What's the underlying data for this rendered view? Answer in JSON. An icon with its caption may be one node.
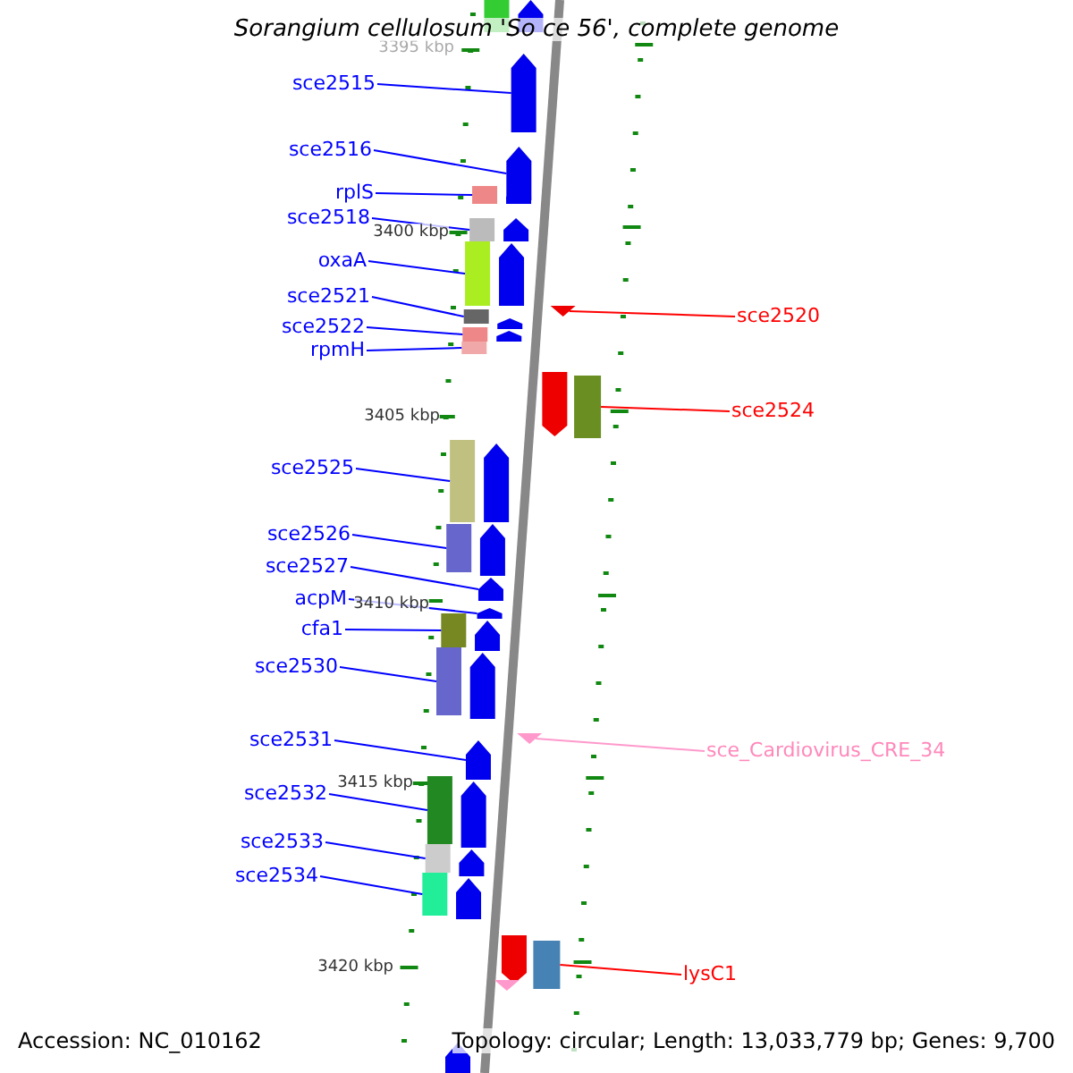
{
  "diagram": {
    "title": "Sorangium cellulosum 'So ce 56', complete genome",
    "nodes": [
      {
        "text": [
          "sce2515"
        ]
      },
      {
        "text": [
          "sce2516"
        ]
      },
      {
        "text": [
          "rplS"
        ]
      },
      {
        "text": [
          "sce2518"
        ]
      },
      {
        "text": [
          "oxaA"
        ]
      },
      {
        "text": [
          "sce2521"
        ]
      },
      {
        "text": [
          "sce2520"
        ]
      },
      {
        "text": [
          "sce2522"
        ]
      },
      {
        "text": [
          "rpmH"
        ]
      },
      {
        "text": [
          "sce2524"
        ]
      },
      {
        "text": [
          "sce2525"
        ]
      },
      {
        "text": [
          "sce2526"
        ]
      },
      {
        "text": [
          "sce2527"
        ]
      },
      {
        "text": [
          "acpM"
        ]
      },
      {
        "text": [
          "cfa1"
        ]
      },
      {
        "text": [
          "sce2530"
        ]
      },
      {
        "text": [
          "sce2531"
        ]
      },
      {
        "text": [
          "sce_Cardiovirus_CRE_34"
        ]
      },
      {
        "text": [
          "sce2532"
        ]
      },
      {
        "text": [
          "sce2533"
        ]
      },
      {
        "text": [
          "sce2534"
        ]
      },
      {
        "text": [
          "lysC1"
        ]
      },
      {
        "text": [],
        "shape": "bar"
      },
      {
        "text": [],
        "shape": "bar"
      },
      {
        "text": [],
        "shape": "bar"
      },
      {
        "text": [],
        "shape": "bar"
      },
      {
        "text": [],
        "shape": "bar"
      },
      {
        "text": [],
        "shape": "bar"
      },
      {
        "text": [],
        "shape": "triangle"
      },
      {
        "text": [],
        "shape": "bar"
      },
      {
        "text": [],
        "shape": "bar"
      },
      {
        "text": [],
        "shape": "bar"
      },
      {
        "text": [],
        "shape": "bar"
      },
      {
        "text": [],
        "shape": "bar"
      },
      {
        "text": [],
        "shape": "bar"
      },
      {
        "text": [],
        "shape": "bar"
      },
      {
        "text": [],
        "shape": "bar"
      },
      {
        "text": [],
        "shape": "bar"
      },
      {
        "text": [],
        "shape": "bar"
      },
      {
        "text": [],
        "shape": "triangle"
      },
      {
        "text": [],
        "shape": "bar"
      },
      {
        "text": [],
        "shape": "bar"
      },
      {
        "text": [],
        "shape": "bar"
      },
      {
        "text": [],
        "shape": "bar"
      },
      {
        "text": [],
        "shape": "bar"
      },
      {
        "text": [],
        "shape": "bar"
      },
      {
        "text": [],
        "shape": "bar"
      },
      {
        "text": [],
        "shape": "bar"
      },
      {
        "text": [],
        "shape": "bar"
      },
      {
        "text": [],
        "shape": "bar"
      },
      {
        "text": [],
        "shape": "bar"
      },
      {
        "text": [],
        "shape": "bar"
      },
      {
        "text": [],
        "shape": "bar"
      },
      {
        "text": [],
        "shape": "bar"
      },
      {
        "text": [],
        "shape": "bar"
      },
      {
        "text": [],
        "shape": "bar"
      },
      {
        "text": [],
        "shape": "bar"
      },
      {
        "text": [],
        "shape": "bar"
      },
      {
        "text": [],
        "shape": "bar"
      },
      {
        "text": [],
        "shape": "bar"
      },
      {
        "text": [],
        "shape": "triangle"
      },
      {
        "text": [],
        "shape": "bar"
      }
    ],
    "edges": [
      {
        "from": 0,
        "to": 22,
        "arrow": "none"
      },
      {
        "from": 1,
        "to": 23,
        "arrow": "none"
      },
      {
        "from": 2,
        "to": 24,
        "arrow": "none"
      },
      {
        "from": 3,
        "to": 25,
        "arrow": "none"
      },
      {
        "from": 4,
        "to": 26,
        "arrow": "none"
      },
      {
        "from": 5,
        "to": 27,
        "arrow": "none"
      },
      {
        "from": 6,
        "to": 28,
        "arrow": "none",
        "color": "#ff0000"
      },
      {
        "from": 7,
        "to": 29,
        "arrow": "none"
      },
      {
        "from": 8,
        "to": 30,
        "arrow": "none"
      },
      {
        "from": 9,
        "to": 31,
        "arrow": "none",
        "color": "#ff0000"
      },
      {
        "from": 10,
        "to": 32,
        "arrow": "none"
      },
      {
        "from": 11,
        "to": 33,
        "arrow": "none"
      },
      {
        "from": 12,
        "to": 34,
        "arrow": "none"
      },
      {
        "from": 13,
        "to": 35,
        "arrow": "none"
      },
      {
        "from": 14,
        "to": 36,
        "arrow": "none"
      },
      {
        "from": 15,
        "to": 37,
        "arrow": "none"
      },
      {
        "from": 16,
        "to": 38,
        "arrow": "none"
      },
      {
        "from": 17,
        "to": 39,
        "arrow": "none",
        "color": "#ff99cc"
      },
      {
        "from": 18,
        "to": 40,
        "arrow": "none"
      },
      {
        "from": 19,
        "to": 41,
        "arrow": "none"
      },
      {
        "from": 20,
        "to": 42,
        "arrow": "none"
      },
      {
        "from": 21,
        "to": 43,
        "arrow": "none",
        "color": "#ff0000"
      }
    ],
    "labels": [
      "3395 kbp",
      "3400 kbp",
      "3405 kbp",
      "3410 kbp",
      "3415 kbp",
      "3420 kbp",
      "Accession: NC_010162",
      "Topology: circular; Length: 13,033,779 bp; Genes: 9,700"
    ]
  }
}
